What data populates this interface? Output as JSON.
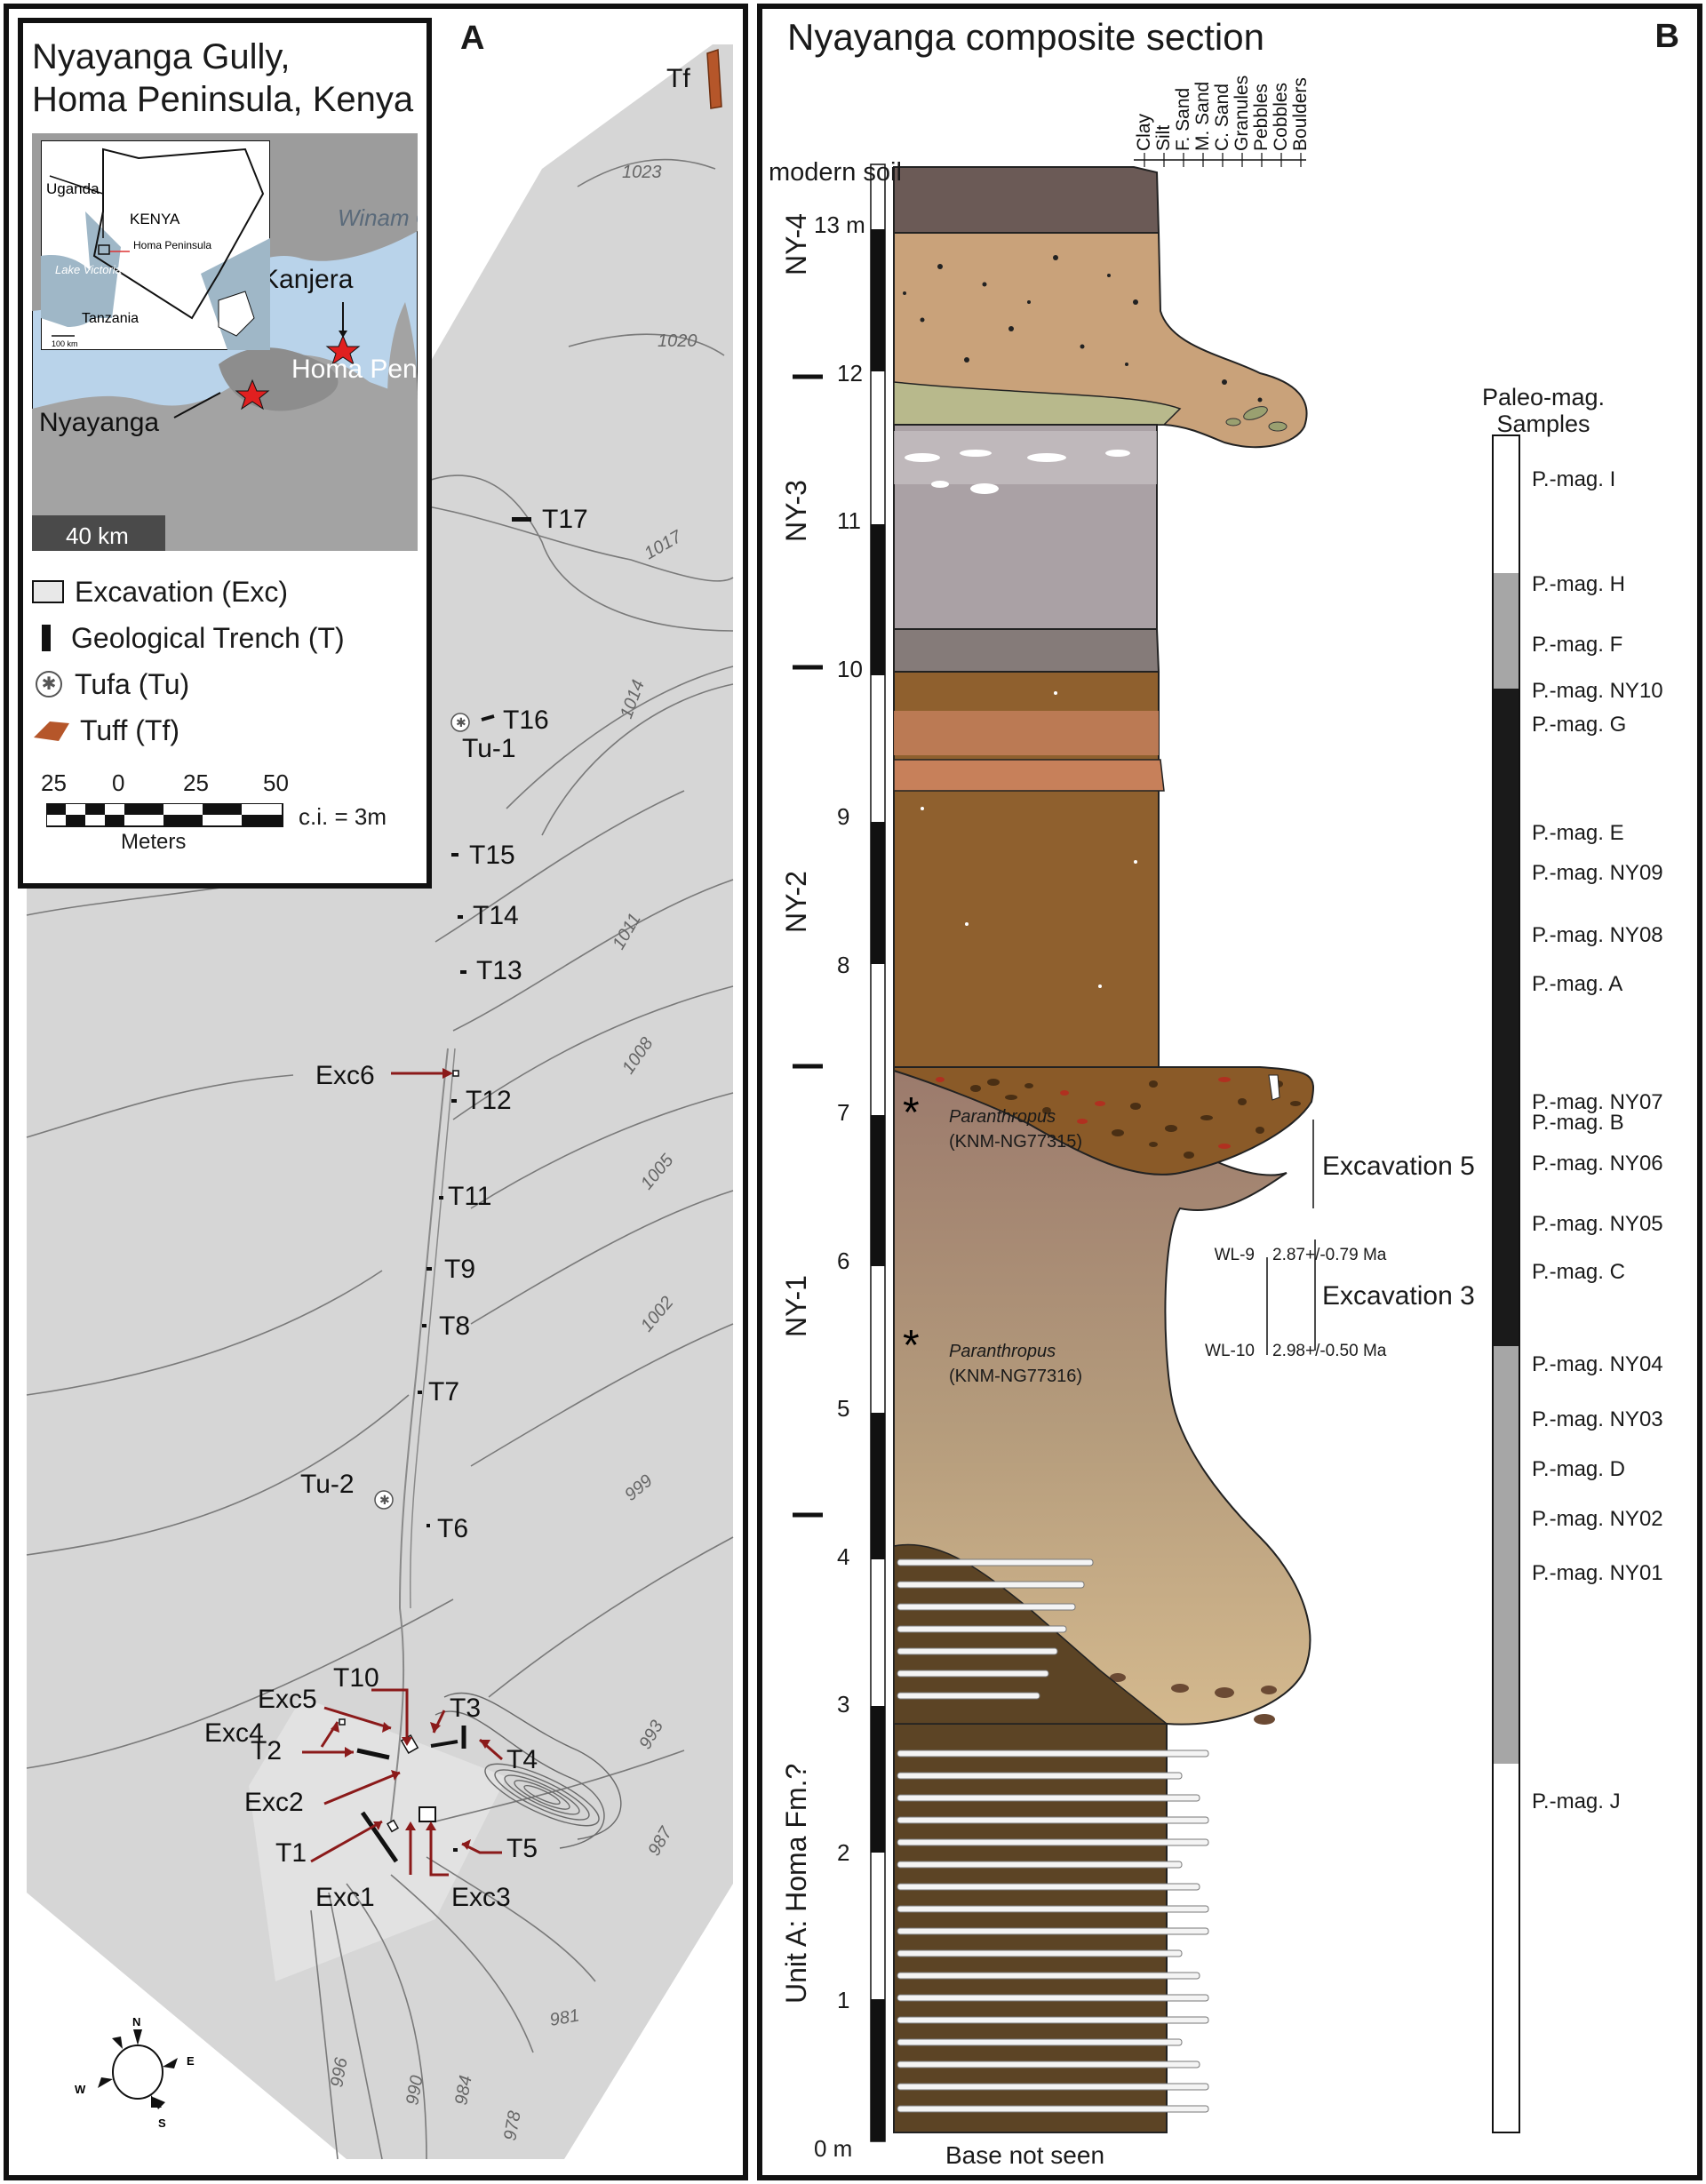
{
  "panel_a": {
    "letter": "A",
    "title_line1": "Nyayanga Gully,",
    "title_line2": "Homa Peninsula, Kenya",
    "inset": {
      "uganda": "Uganda",
      "kenya": "KENYA",
      "lake": "Lake Victoria",
      "homa": "Homa Peninsula",
      "tanzania": "Tanzania",
      "scale": "100 km"
    },
    "regional_map": {
      "winam_gulf": "Winam Gulf",
      "kanjera": "Kanjera",
      "homa_peninsula": "Homa Peninsula",
      "nyayanga": "Nyayanga",
      "scale": "40 km"
    },
    "legend": {
      "excavation": "Excavation (Exc)",
      "trench": "Geological Trench (T)",
      "tufa": "Tufa (Tu)",
      "tuff": "Tuff (Tf)"
    },
    "scale_bar": {
      "ticks": [
        "25",
        "0",
        "25",
        "50"
      ],
      "unit": "Meters",
      "contour_interval": "c.i. = 3m"
    },
    "contours": [
      "1023",
      "1020",
      "1017",
      "1014",
      "1011",
      "1008",
      "1005",
      "1002",
      "999",
      "996",
      "993",
      "990",
      "987",
      "984",
      "981",
      "978"
    ],
    "trenches": [
      "T17",
      "T16",
      "T15",
      "T14",
      "T13",
      "T12",
      "T11",
      "T9",
      "T8",
      "T7",
      "T6",
      "T10",
      "T3",
      "T4",
      "T5",
      "T2",
      "T1"
    ],
    "excavations": [
      "Exc6",
      "Exc5",
      "Exc4",
      "Exc2",
      "Exc1",
      "Exc3"
    ],
    "tufas": [
      "Tu-1",
      "Tu-2"
    ],
    "tuff": "Tf",
    "compass": {
      "n": "N",
      "e": "E",
      "s": "S",
      "w": "W"
    },
    "colors": {
      "map_gray": "#d4d4d4",
      "water": "#b9d3ea",
      "arrow": "#8b1a1a",
      "tuff": "#b5562a",
      "star": "#e02020"
    }
  },
  "panel_b": {
    "letter": "B",
    "title": "Nyayanga composite section",
    "grain_sizes": [
      "Clay",
      "Silt",
      "F. Sand",
      "M. Sand",
      "C. Sand",
      "Granules",
      "Pebbles",
      "Cobbles",
      "Boulders"
    ],
    "modern_soil": "modern soil",
    "meter_labels": [
      "13 m",
      "12",
      "11",
      "10",
      "9",
      "8",
      "7",
      "6",
      "5",
      "4",
      "3",
      "2",
      "1",
      "0 m"
    ],
    "units": [
      "NY-4",
      "NY-3",
      "NY-2",
      "NY-1",
      "Unit A: Homa Fm.?"
    ],
    "base_label": "Base not seen",
    "fossils": [
      {
        "genus": "Paranthropus",
        "specimen": "(KNM-NG77315)"
      },
      {
        "genus": "Paranthropus",
        "specimen": "(KNM-NG77316)"
      }
    ],
    "excavation_labels": [
      "Excavation 5",
      "Excavation 3"
    ],
    "dates": [
      {
        "sample": "WL-9",
        "age": "2.87+/-0.79 Ma"
      },
      {
        "sample": "WL-10",
        "age": "2.98+/-0.50 Ma"
      }
    ],
    "paleomag": {
      "title_line1": "Paleo-mag.",
      "title_line2": "Samples",
      "samples": [
        "P.-mag. I",
        "P.-mag. H",
        "P.-mag. F",
        "P.-mag. NY10",
        "P.-mag. G",
        "P.-mag. E",
        "P.-mag. NY09",
        "P.-mag. NY08",
        "P.-mag. A",
        "P.-mag. NY07",
        "P.-mag. B",
        "P.-mag. NY06",
        "P.-mag. NY05",
        "P.-mag. C",
        "P.-mag. NY04",
        "P.-mag. NY03",
        "P.-mag. D",
        "P.-mag. NY02",
        "P.-mag. NY01",
        "P.-mag. J"
      ]
    },
    "colors": {
      "soil": "#6b5a56",
      "ny4": "#c9a27a",
      "green": "#b8b98c",
      "ny3": "#a9a0a4",
      "ny2": "#8e5f2c",
      "ny1_top": "#9a7a6e",
      "ny1_bot": "#cfb287",
      "unit_a": "#5c4425",
      "normal": "#ffffff",
      "reversed": "#1a1a1a",
      "transitional": "#a6a6a6"
    }
  }
}
